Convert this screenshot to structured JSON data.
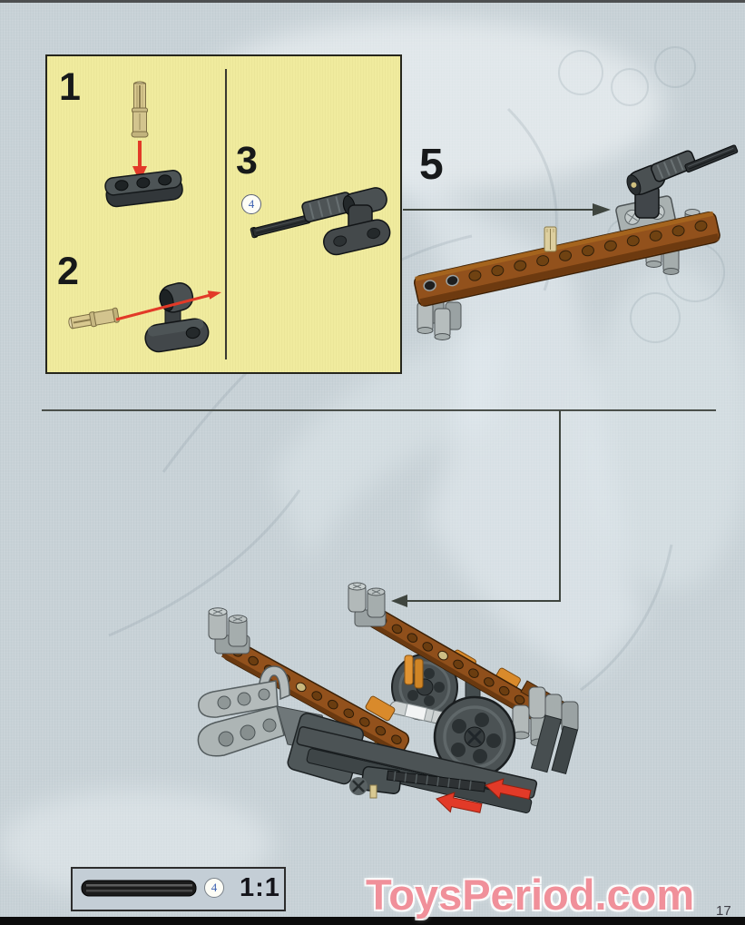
{
  "colors": {
    "page_background": "#c8d2d7",
    "panel_yellow": "#f0eb9e",
    "beam_brown": "#92511c",
    "arrow_red": "#e23a28",
    "watermark_pink": "#f0909a",
    "callout_blue": "#3a5fb0"
  },
  "inset_panel": {
    "steps": [
      {
        "number": "1",
        "part": "tan-axle-pin-into-dark-beam"
      },
      {
        "number": "2",
        "part": "tan-axle-pin-into-pin-joiner"
      },
      {
        "number": "3",
        "callout_count": "4",
        "part": "black-axle-into-angle-connector"
      }
    ]
  },
  "main_step": {
    "number": "5"
  },
  "scale_box": {
    "callout_count": "4",
    "scale_label": "1:1"
  },
  "footer": {
    "watermark": "ToysPeriod.com",
    "page_number": "17"
  }
}
